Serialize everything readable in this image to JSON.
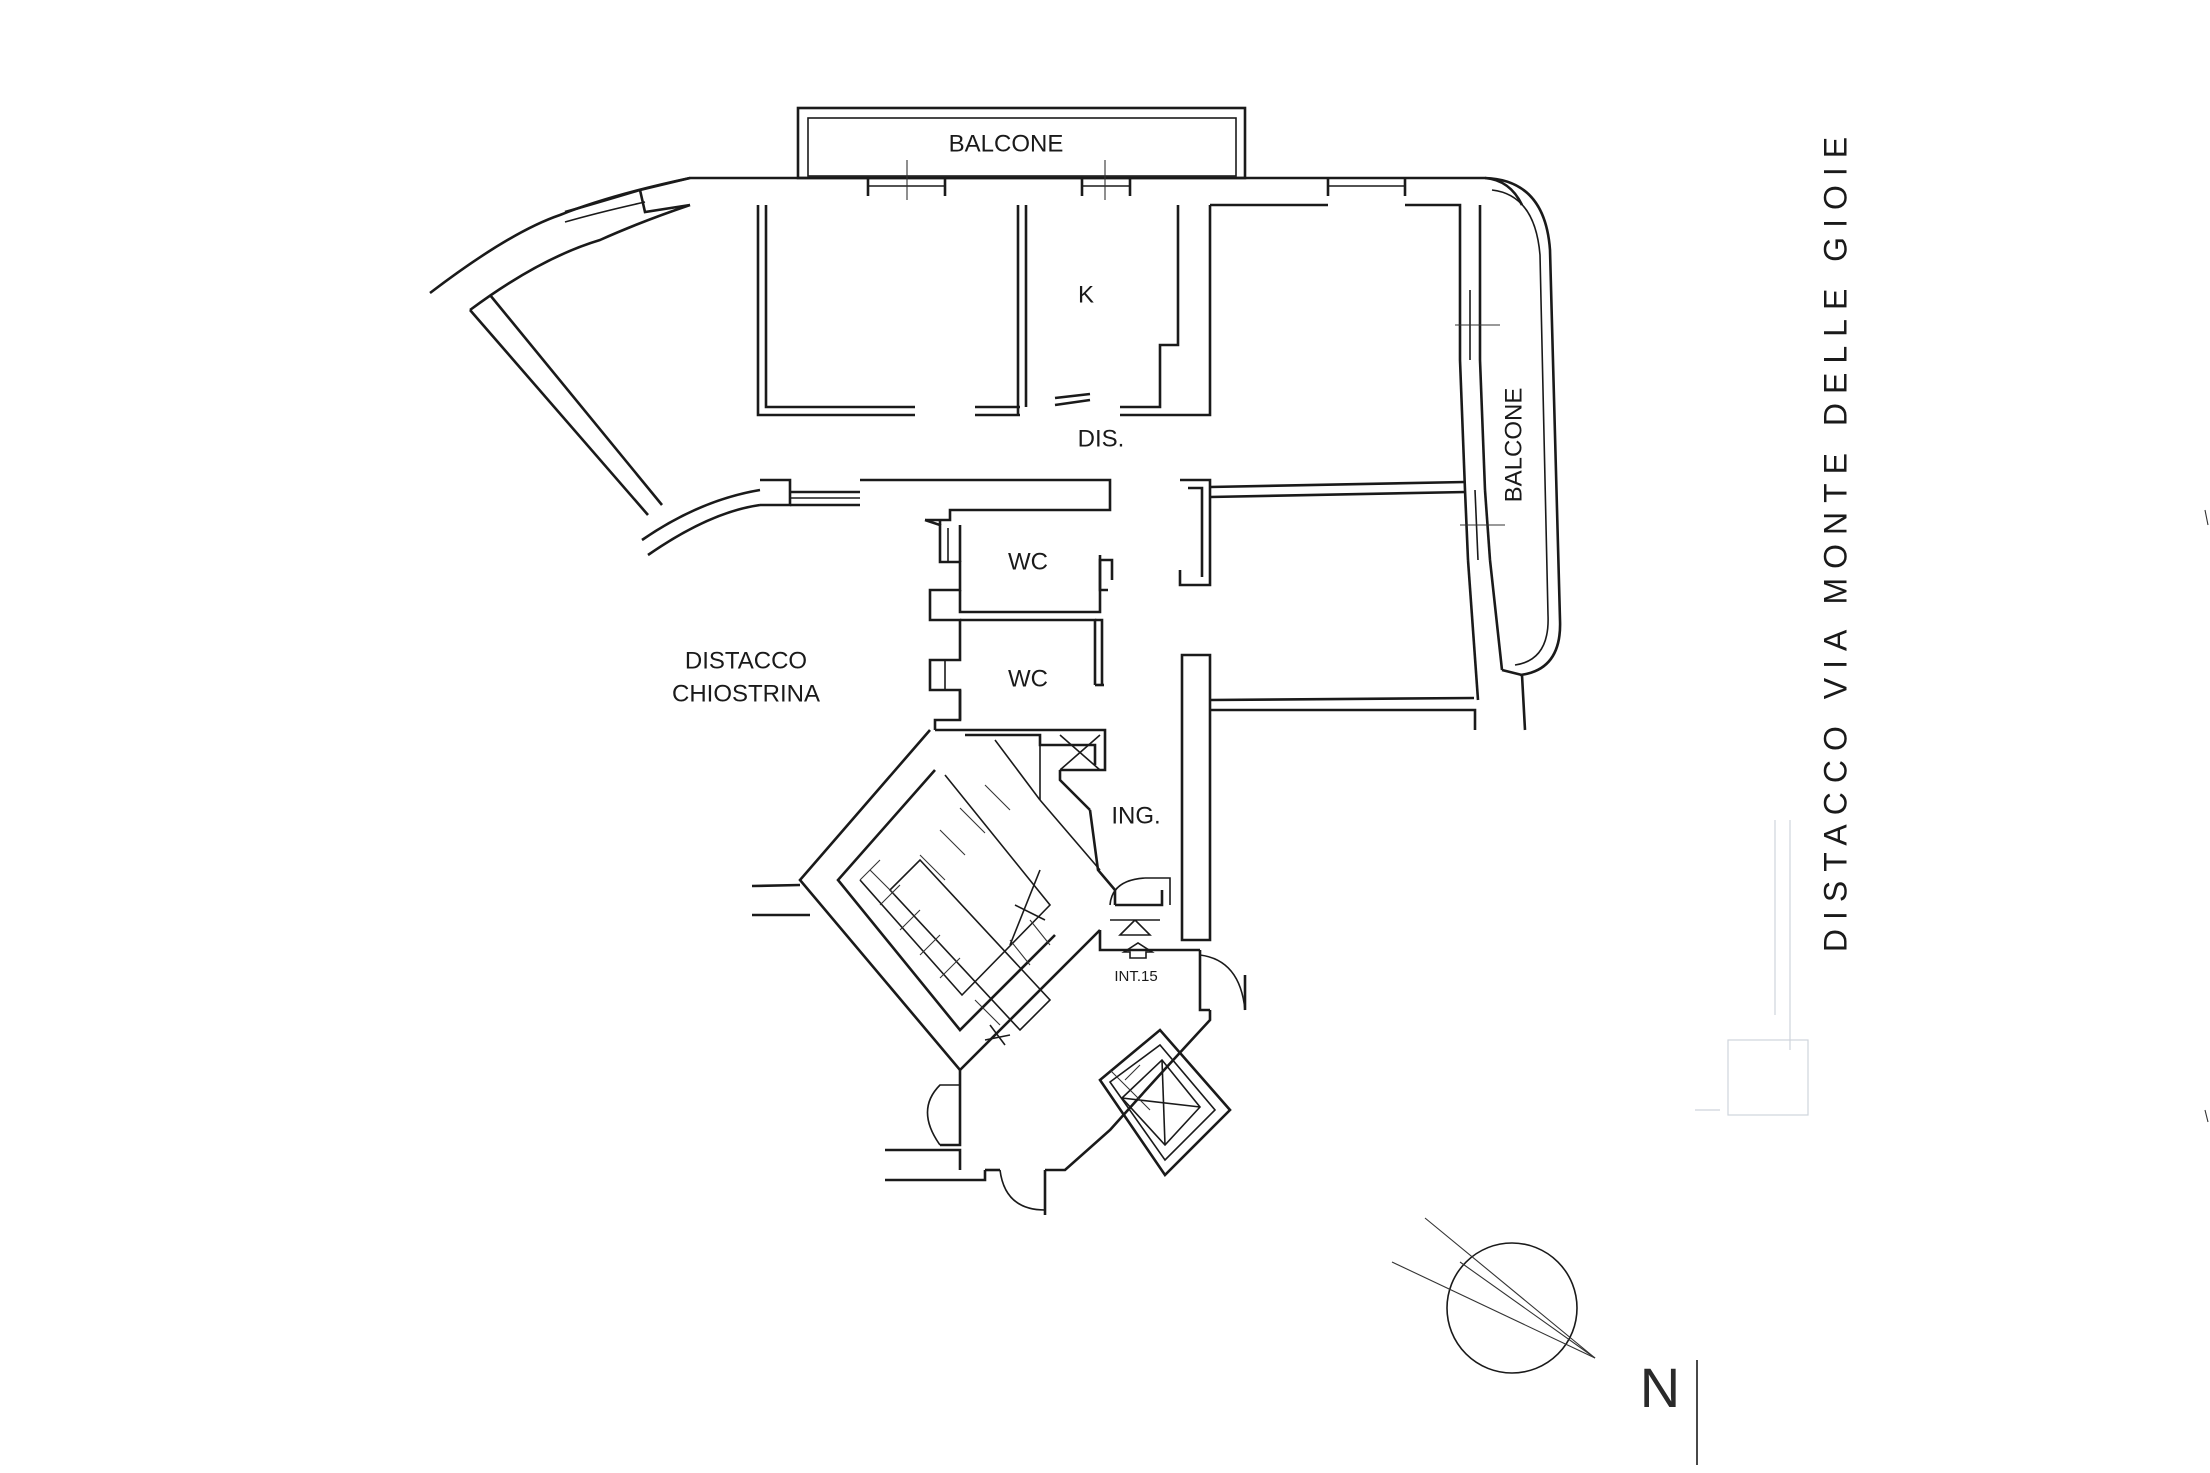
{
  "plan": {
    "rooms": {
      "balcone_top": "BALCONE",
      "kitchen": "K",
      "corridor": "DIS.",
      "balcone_right": "BALCONE",
      "wc_upper": "WC",
      "wc_lower": "WC",
      "chiostrina_line1": "DISTACCO",
      "chiostrina_line2": "CHIOSTRINA",
      "entrance": "ING.",
      "unit_number": "INT.15"
    },
    "street_label": "DISTACCO VIA MONTE DELLE GIOIE",
    "north_label": "N",
    "colors": {
      "ink": "#1a1a1a",
      "background": "#ffffff",
      "watermark": "#cfd4dc"
    }
  }
}
